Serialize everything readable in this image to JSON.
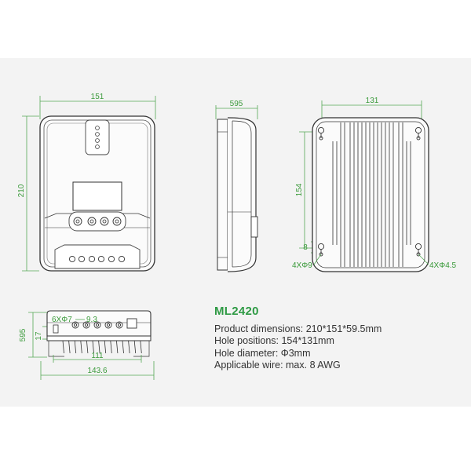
{
  "front_view": {
    "width_label": "151",
    "height_label": "210"
  },
  "side_view": {
    "depth_label": "595"
  },
  "back_view": {
    "width_label": "131",
    "hole_pitch_label": "154",
    "slot_label": "8",
    "left_hole_label": "4XΦ9",
    "right_hole_label": "4XΦ4.5"
  },
  "bottom_view": {
    "height_label": "595",
    "small_label": "17",
    "terminal_holes_label": "6XΦ7",
    "terminal_pitch_label": "9.3",
    "inner_width_label": "111",
    "outer_width_label": "143.6"
  },
  "spec": {
    "model": "ML2420",
    "lines": [
      "Product dimensions: 210*151*59.5mm",
      "Hole positions: 154*131mm",
      "Hole diameter: Φ3mm",
      "Applicable wire: max. 8 AWG"
    ]
  },
  "colors": {
    "accent": "#2e9a44",
    "dimension": "#3a9a3a",
    "panel": "#f3f3f3",
    "outline": "#333333"
  }
}
